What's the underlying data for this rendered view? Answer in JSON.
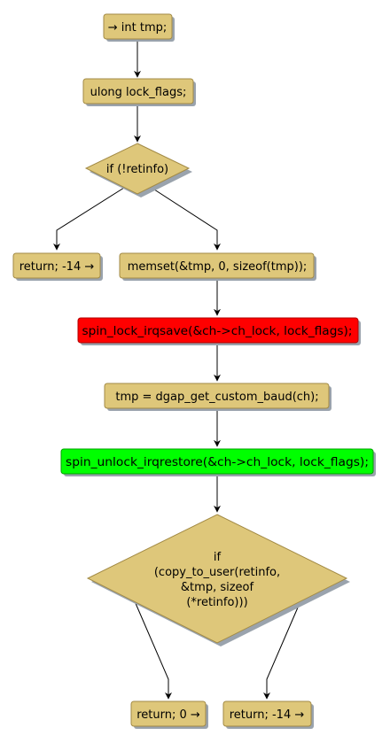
{
  "colors": {
    "node_fill": "#dec77a",
    "node_stroke": "#a28a45",
    "shadow": "#9aa3ad",
    "lock_fill": "#ff0000",
    "lock_stroke": "#b00000",
    "unlock_fill": "#00ff00",
    "unlock_stroke": "#00a000",
    "edge": "#000000"
  },
  "nodes": {
    "int_tmp": "→ int tmp;",
    "ulong_lock_flags": "ulong lock_flags;",
    "check_retinfo": "if (!retinfo)",
    "return_minus14_first": "return; -14 →",
    "memset_call": "memset(&tmp, 0, sizeof(tmp));",
    "spin_lock": "spin_lock_irqsave(&ch->ch_lock, lock_flags);",
    "get_custom_baud": "tmp = dgap_get_custom_baud(ch);",
    "spin_unlock": "spin_unlock_irqrestore(&ch->ch_lock, lock_flags);",
    "copy_to_user_lines": [
      "if",
      "(copy_to_user(retinfo,",
      "&tmp, sizeof",
      "(*retinfo)))"
    ],
    "return_zero": "return; 0 →",
    "return_minus14_second": "return; -14 →"
  }
}
